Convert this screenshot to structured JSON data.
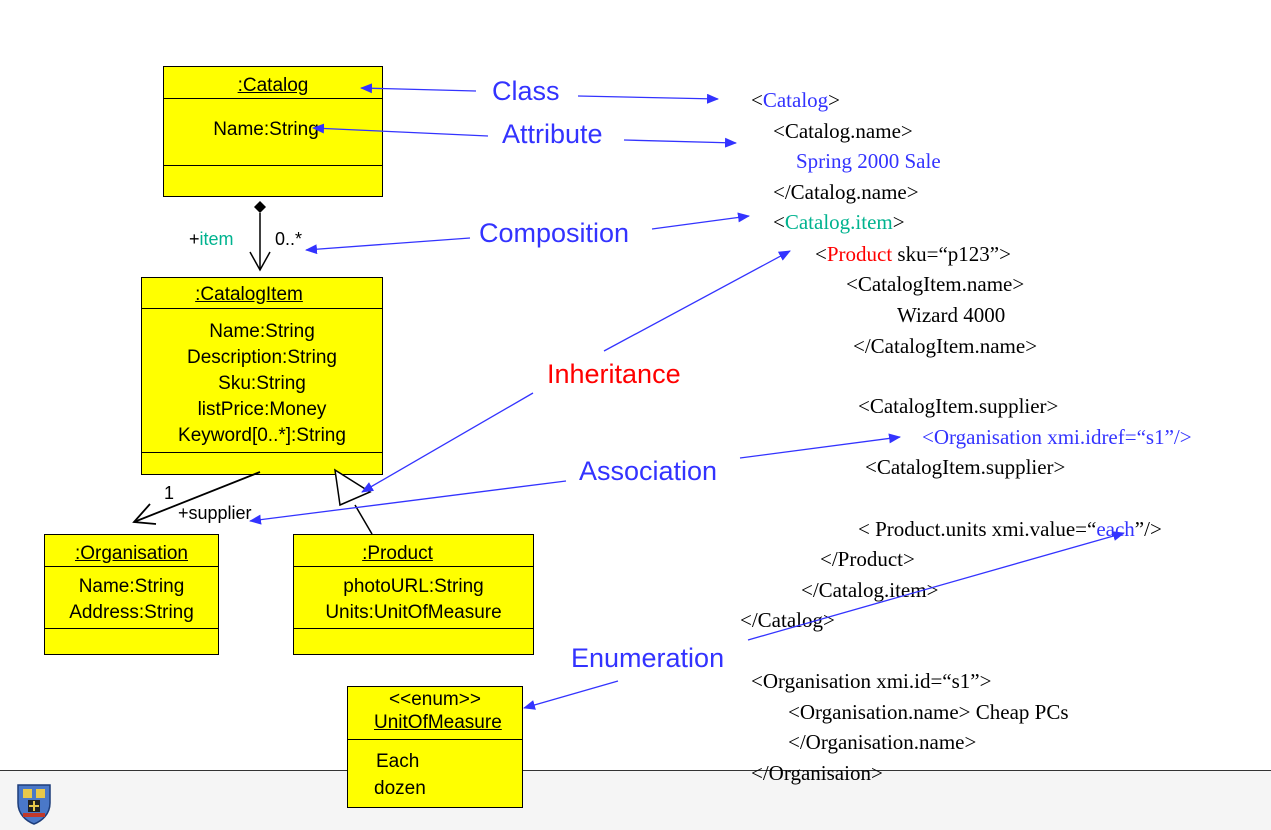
{
  "classes": {
    "catalog": {
      "name": ":Catalog",
      "attrs": [
        "Name:String"
      ]
    },
    "catalog_item": {
      "name": ":CatalogItem",
      "attrs": [
        "Name:String",
        "Description:String",
        "Sku:String",
        "listPrice:Money",
        "Keyword[0..*]:String"
      ]
    },
    "organisation": {
      "name": ":Organisation",
      "attrs": [
        "Name:String",
        "Address:String"
      ]
    },
    "product": {
      "name": ":Product",
      "attrs": [
        "photoURL:String",
        "Units:UnitOfMeasure"
      ]
    },
    "unit": {
      "stereotype": "<<enum>>",
      "name": "UnitOfMeasure",
      "values": [
        "Each",
        "dozen"
      ]
    }
  },
  "association_labels": {
    "item_prefix": "+",
    "item_role": "item",
    "item_multiplicity": "0..*",
    "supplier_multiplicity": "1",
    "supplier_role": "+supplier"
  },
  "concepts": {
    "class": "Class",
    "attribute": "Attribute",
    "composition": "Composition",
    "inheritance": "Inheritance",
    "association": "Association",
    "enumeration": "Enumeration"
  },
  "xml": {
    "l1_open": "<",
    "l1_tag": "Catalog",
    "l1_close": ">",
    "l2": "<Catalog.name>",
    "l3": "Spring 2000 Sale",
    "l4": "</Catalog.name>",
    "l5_open": "<",
    "l5_tag": "Catalog.item",
    "l5_close": ">",
    "l6_open": "<",
    "l6_tag": "Product",
    "l6_rest": " sku=“p123”>",
    "l7": "<CatalogItem.name>",
    "l8": "Wizard 4000",
    "l9": "</CatalogItem.name>",
    "l10": "<CatalogItem.supplier>",
    "l11": "<Organisation xmi.idref=“s1”/>",
    "l12": "<CatalogItem.supplier>",
    "l13_pre": "< Product.units xmi.value=“",
    "l13_val": "each",
    "l13_post": "”/>",
    "l14": "</Product>",
    "l15": "</Catalog.item>",
    "l16": "</Catalog>",
    "l17": "<Organisation xmi.id=“s1”>",
    "l18": "<Organisation.name> Cheap PCs",
    "l19": "</Organisation.name>",
    "l20": "</Organisaion>"
  },
  "colors": {
    "concept_blue": "#3333ff",
    "inheritance_red": "#ff0000",
    "xml_blue": "#3333ff",
    "xml_teal": "#00b38f",
    "xml_red": "#ff0000",
    "uml_fill": "#ffff00"
  },
  "footer": {
    "logo_icon": "crest-icon"
  }
}
